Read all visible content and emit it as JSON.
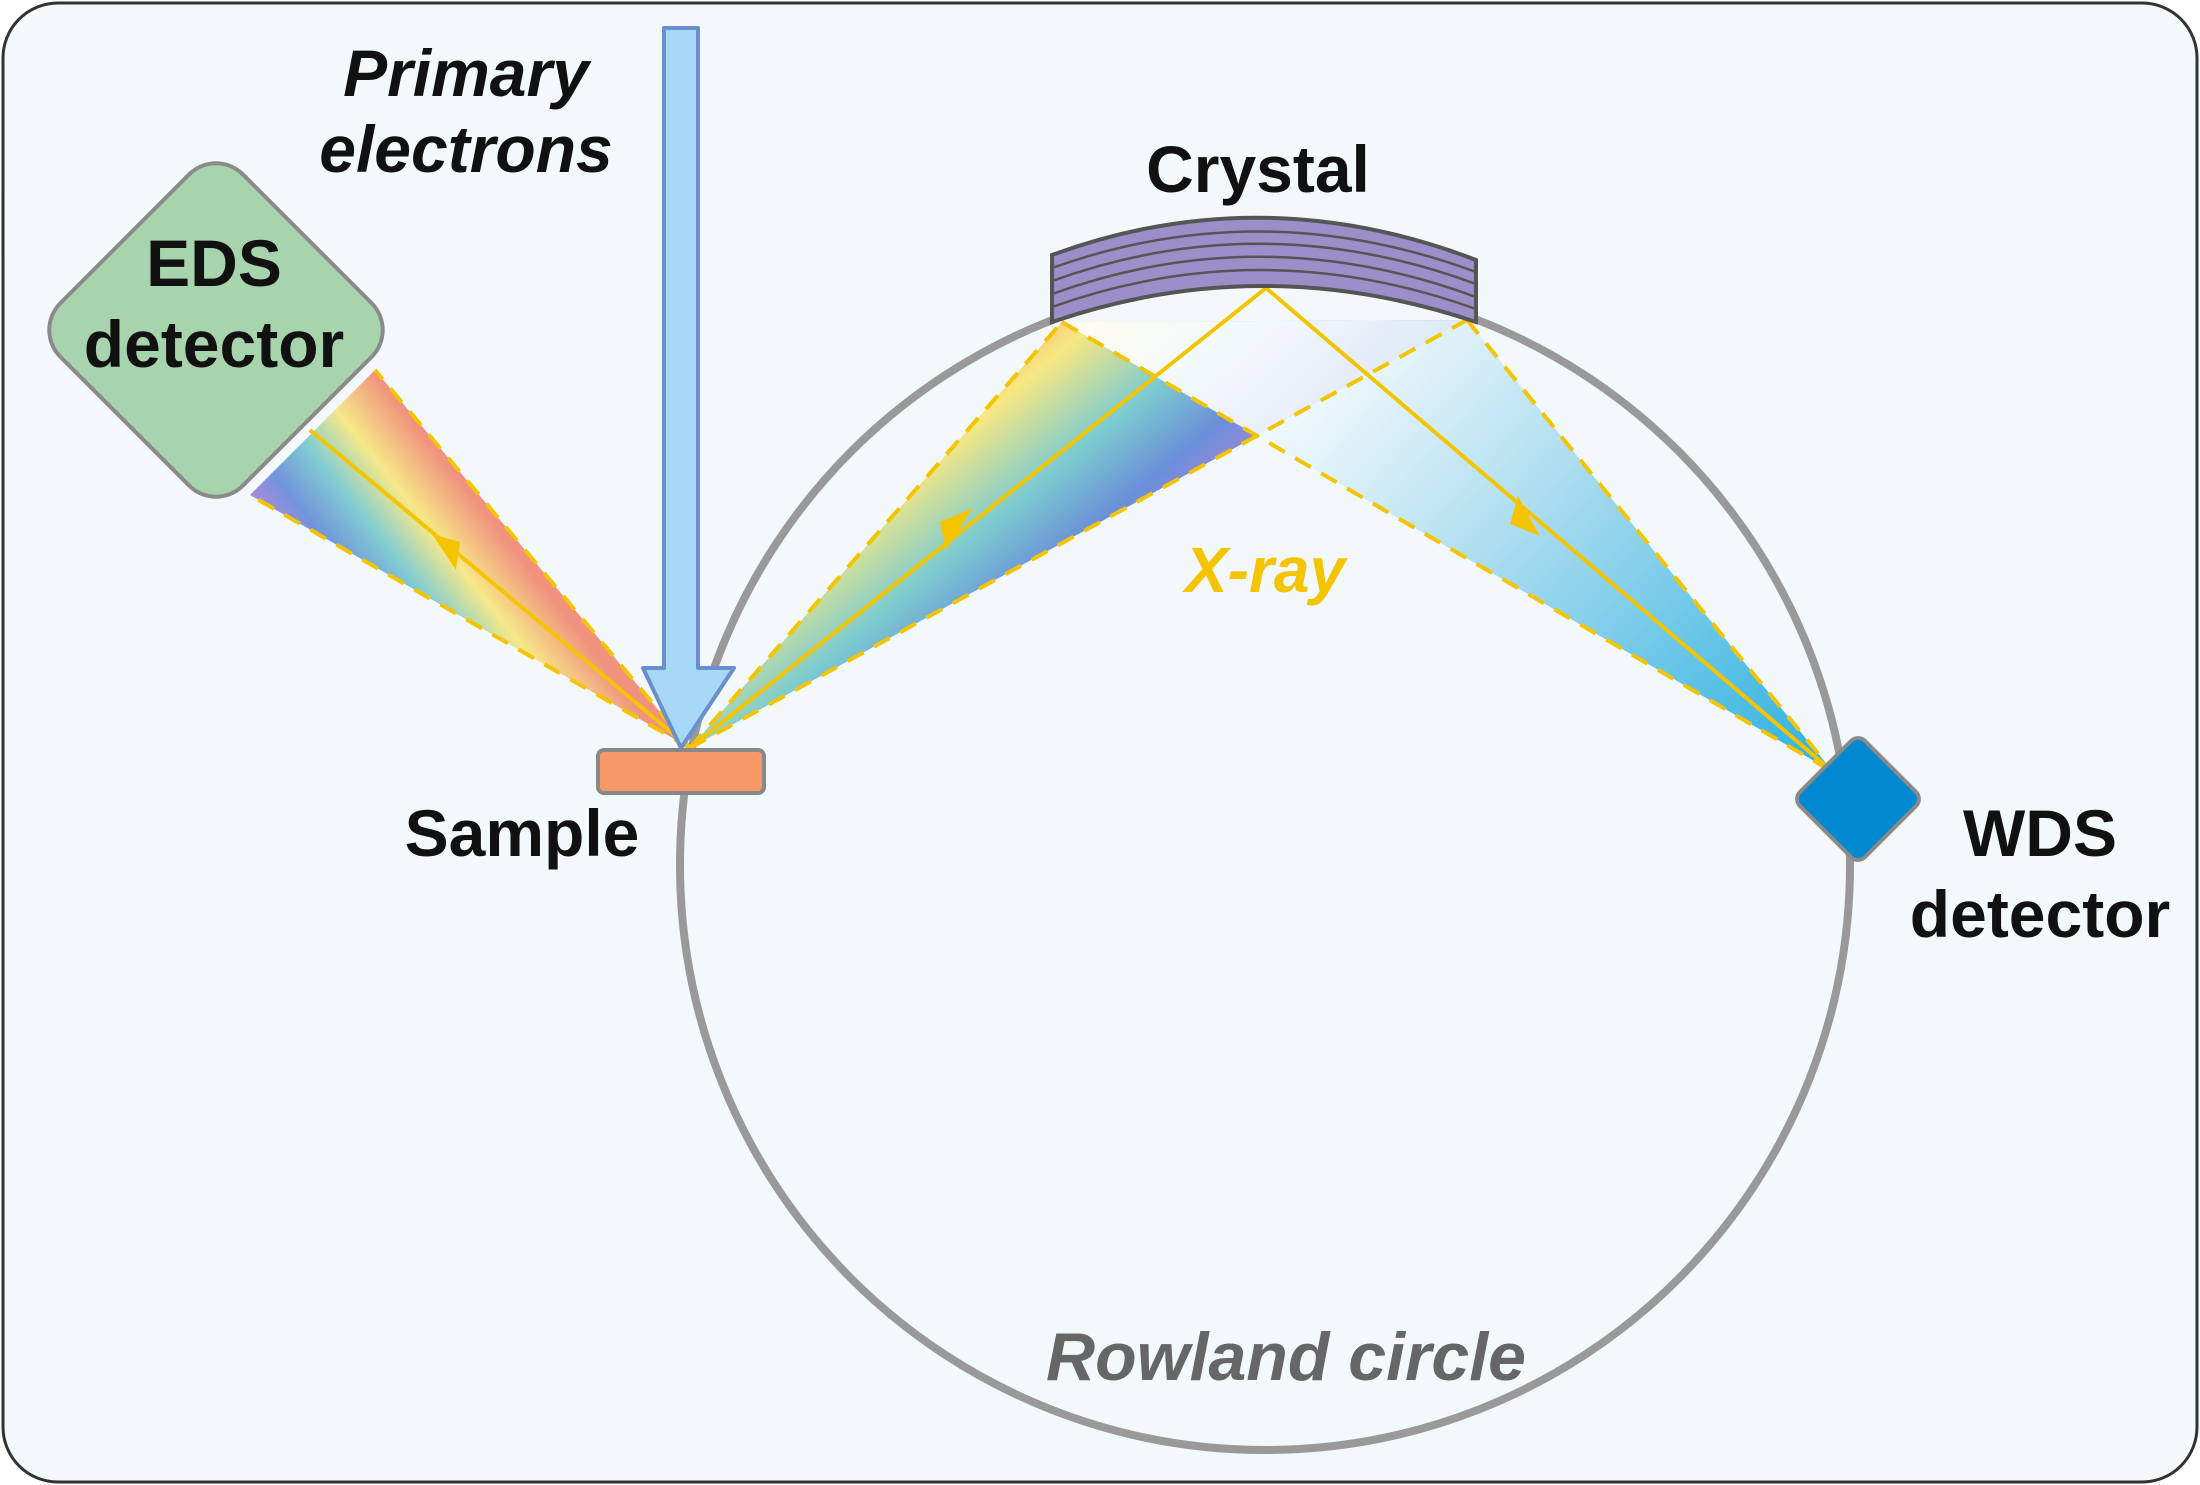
{
  "labels": {
    "primary_electrons_line1": "Primary",
    "primary_electrons_line2": "electrons",
    "eds_line1": "EDS",
    "eds_line2": "detector",
    "crystal": "Crystal",
    "sample": "Sample",
    "xray": "X-ray",
    "wds_line1": "WDS",
    "wds_line2": "detector",
    "rowland_circle": "Rowland circle"
  },
  "colors": {
    "background": "#f3f9fb",
    "frame_border": "#333333",
    "rowland_circle": "#999999",
    "rowland_label": "#666666",
    "xray": "#f5c400",
    "electron_beam_fill": "#a8d8f8",
    "electron_beam_stroke": "#6a8fcf",
    "eds_detector": "#a8d4ad",
    "wds_detector": "#0088d1",
    "sample": "#f79868",
    "crystal": "#9b8fc9",
    "spectrum": [
      "#f08c78",
      "#f7e882",
      "#7ccbd0",
      "#6a8fd8",
      "#b083d8"
    ],
    "monochrome_beam": [
      "#ffffff",
      "#38b6e0"
    ]
  }
}
